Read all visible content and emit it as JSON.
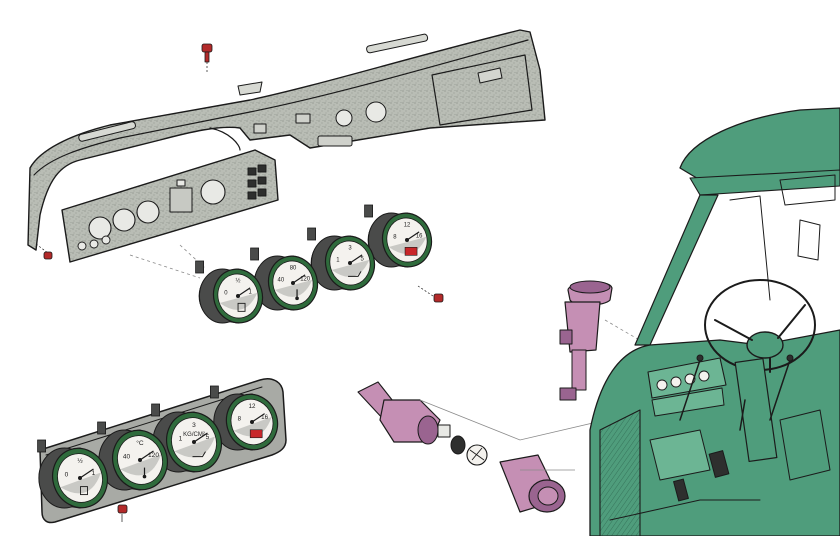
{
  "colors": {
    "dash_fill": "#b9bdb5",
    "dash_speckle": "#7d827c",
    "ink": "#1b1b1b",
    "gauge_body": "#4a4b4a",
    "gauge_ring": "#2f6b3c",
    "gauge_face": "#f4f2ee",
    "gauge_lower": "#c9c9c5",
    "screw": "#b32a2a",
    "pink_part": "#c58fb4",
    "pink_shade": "#9a6490",
    "cabin": "#4f9d7c",
    "cabin_light": "#6cb594",
    "plate": "#a8aaa5",
    "leader": "#8a8a8a",
    "warning_red": "#c8272a"
  },
  "gauge_cluster_curved": {
    "gauges": [
      {
        "name": "fuel-gauge",
        "marks": [
          "0",
          "½",
          "1"
        ],
        "icon": "fuel-pump-icon"
      },
      {
        "name": "temperature-gauge",
        "marks": [
          "40",
          "80",
          "120"
        ],
        "icon": "thermometer-icon"
      },
      {
        "name": "oil-pressure-gauge",
        "marks": [
          "1",
          "3",
          "5"
        ],
        "icon": "oil-can-icon"
      },
      {
        "name": "battery-gauge",
        "marks": [
          "8",
          "12",
          "16"
        ],
        "icon": "battery-icon"
      }
    ]
  },
  "gauge_cluster_flat": {
    "gauges": [
      {
        "name": "fuel-gauge",
        "marks": [
          "0",
          "½",
          "1"
        ],
        "icon": "fuel-pump-icon",
        "label": ""
      },
      {
        "name": "temperature-gauge",
        "marks": [
          "40",
          "°C",
          "120"
        ],
        "icon": "thermometer-icon",
        "label": ""
      },
      {
        "name": "oil-pressure-gauge",
        "marks": [
          "1",
          "3",
          "5"
        ],
        "icon": "oil-can-icon",
        "label": "KG/CM²"
      },
      {
        "name": "battery-gauge",
        "marks": [
          "8",
          "12",
          "16"
        ],
        "icon": "battery-icon",
        "label": ""
      }
    ]
  }
}
